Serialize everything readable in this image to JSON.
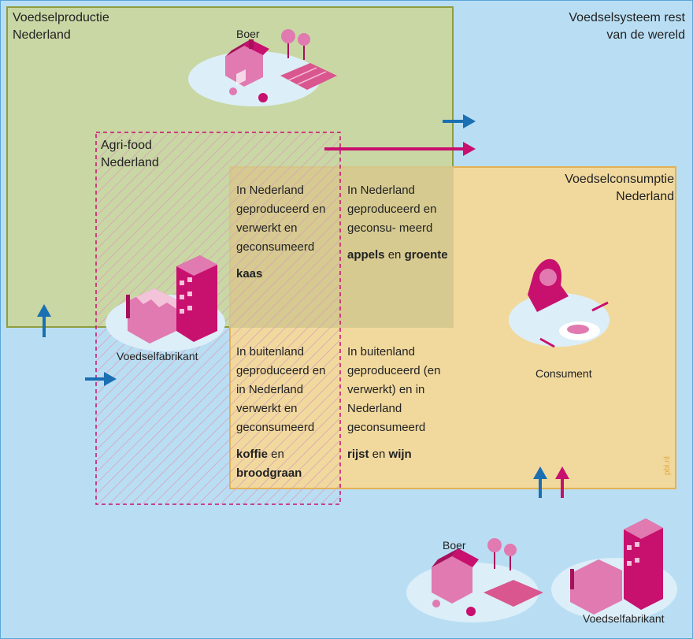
{
  "regions": {
    "world": "Voedselsysteem rest van de wereld",
    "production": "Voedselproductie Nederland",
    "agrifood": "Agri-food Nederland",
    "consumption": "Voedselconsumptie Nederland"
  },
  "actors": {
    "farmer_nl": "Boer",
    "factory_nl": "Voedselfabrikant",
    "consumer": "Consument",
    "farmer_world": "Boer",
    "factory_world": "Voedselfabrikant"
  },
  "cells": {
    "tl": {
      "text": "In Nederland geproduceerd en verwerkt en geconsumeerd",
      "ex_bold_1": "kaas",
      "ex_mid": "",
      "ex_bold_2": ""
    },
    "tr": {
      "text": "In Nederland geproduceerd en geconsu- meerd",
      "ex_bold_1": "appels",
      "ex_mid": " en ",
      "ex_bold_2": "groente"
    },
    "bl": {
      "text": "In buitenland geproduceerd en in Nederland verwerkt en geconsumeerd",
      "ex_bold_1": "koffie",
      "ex_mid": " en ",
      "ex_bold_2": "broodgraan"
    },
    "br": {
      "text": "In buitenland geproduceerd (en verwerkt) en in Nederland geconsumeerd",
      "ex_bold_1": "rijst",
      "ex_mid": " en ",
      "ex_bold_2": "wijn"
    }
  },
  "source": "pbl.nl",
  "colors": {
    "world": "#b9def3",
    "production": "#c9d7a4",
    "consumption": "#f8d995",
    "magenta": "#c8106e",
    "blue": "#1b6fb3"
  },
  "icons": [
    "farm-icon",
    "factory-icon",
    "consumer-icon",
    "arrow-icon"
  ]
}
